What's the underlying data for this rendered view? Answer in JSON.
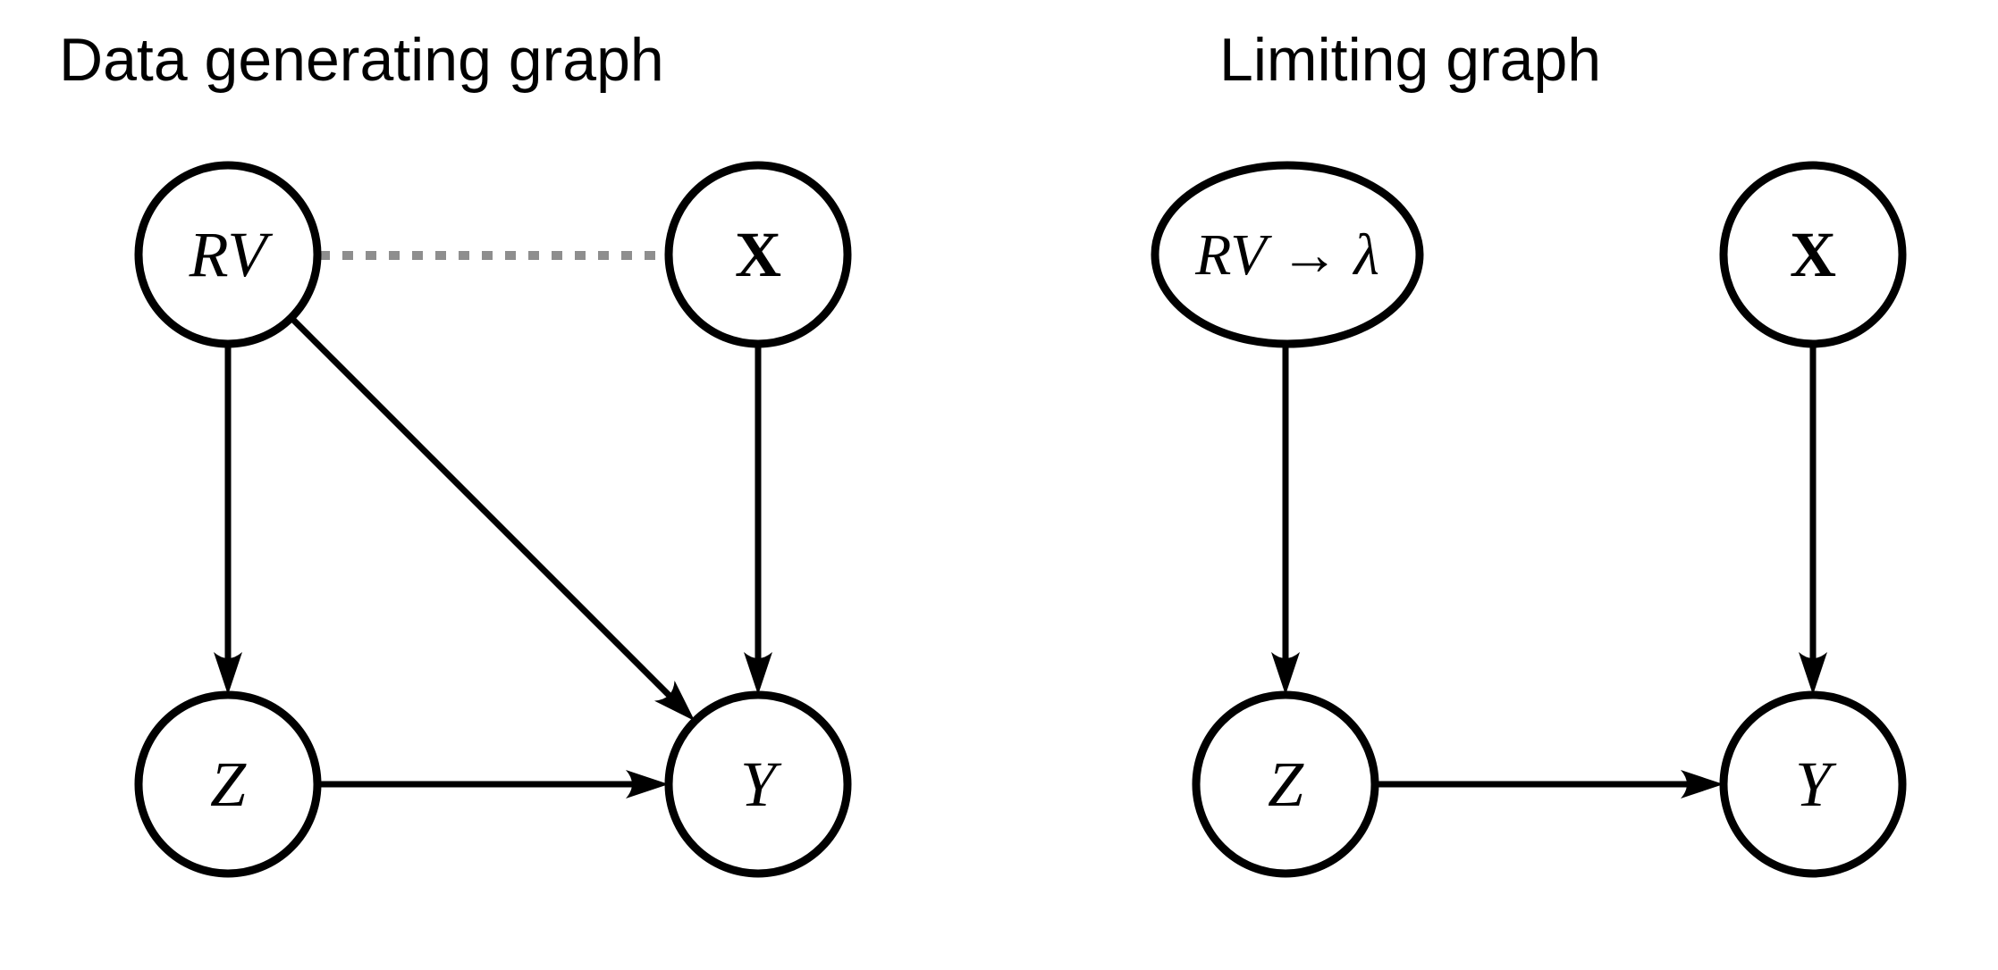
{
  "figure": {
    "type": "causal-dag-pair",
    "background": "#ffffff"
  },
  "colors": {
    "node_stroke": "#000000",
    "node_fill": "#ffffff",
    "edge": "#000000",
    "dashed_edge": "#8e8e8e",
    "text": "#000000",
    "background": "#ffffff"
  },
  "panels": [
    {
      "title": "Data generating graph",
      "nodes": [
        {
          "id": "RV",
          "label": "RV",
          "shape": "circle",
          "text_style": "italic"
        },
        {
          "id": "X",
          "label": "X",
          "shape": "circle",
          "text_style": "bold"
        },
        {
          "id": "Z",
          "label": "Z",
          "shape": "circle",
          "text_style": "italic"
        },
        {
          "id": "Y",
          "label": "Y",
          "shape": "circle",
          "text_style": "italic"
        }
      ],
      "edges": [
        {
          "from": "RV",
          "to": "X",
          "style": "dashed",
          "directed": false,
          "color": "#8e8e8e"
        },
        {
          "from": "RV",
          "to": "Z",
          "style": "solid",
          "directed": true,
          "color": "#000000"
        },
        {
          "from": "RV",
          "to": "Y",
          "style": "solid",
          "directed": true,
          "color": "#000000"
        },
        {
          "from": "X",
          "to": "Y",
          "style": "solid",
          "directed": true,
          "color": "#000000"
        },
        {
          "from": "Z",
          "to": "Y",
          "style": "solid",
          "directed": true,
          "color": "#000000"
        }
      ]
    },
    {
      "title": "Limiting graph",
      "nodes": [
        {
          "id": "RVlambda",
          "label": "RV → λ",
          "shape": "ellipse",
          "text_style": "italic"
        },
        {
          "id": "X",
          "label": "X",
          "shape": "circle",
          "text_style": "bold"
        },
        {
          "id": "Z",
          "label": "Z",
          "shape": "circle",
          "text_style": "italic"
        },
        {
          "id": "Y",
          "label": "Y",
          "shape": "circle",
          "text_style": "italic"
        }
      ],
      "edges": [
        {
          "from": "RVlambda",
          "to": "Z",
          "style": "solid",
          "directed": true,
          "color": "#000000"
        },
        {
          "from": "X",
          "to": "Y",
          "style": "solid",
          "directed": true,
          "color": "#000000"
        },
        {
          "from": "Z",
          "to": "Y",
          "style": "solid",
          "directed": true,
          "color": "#000000"
        }
      ]
    }
  ]
}
